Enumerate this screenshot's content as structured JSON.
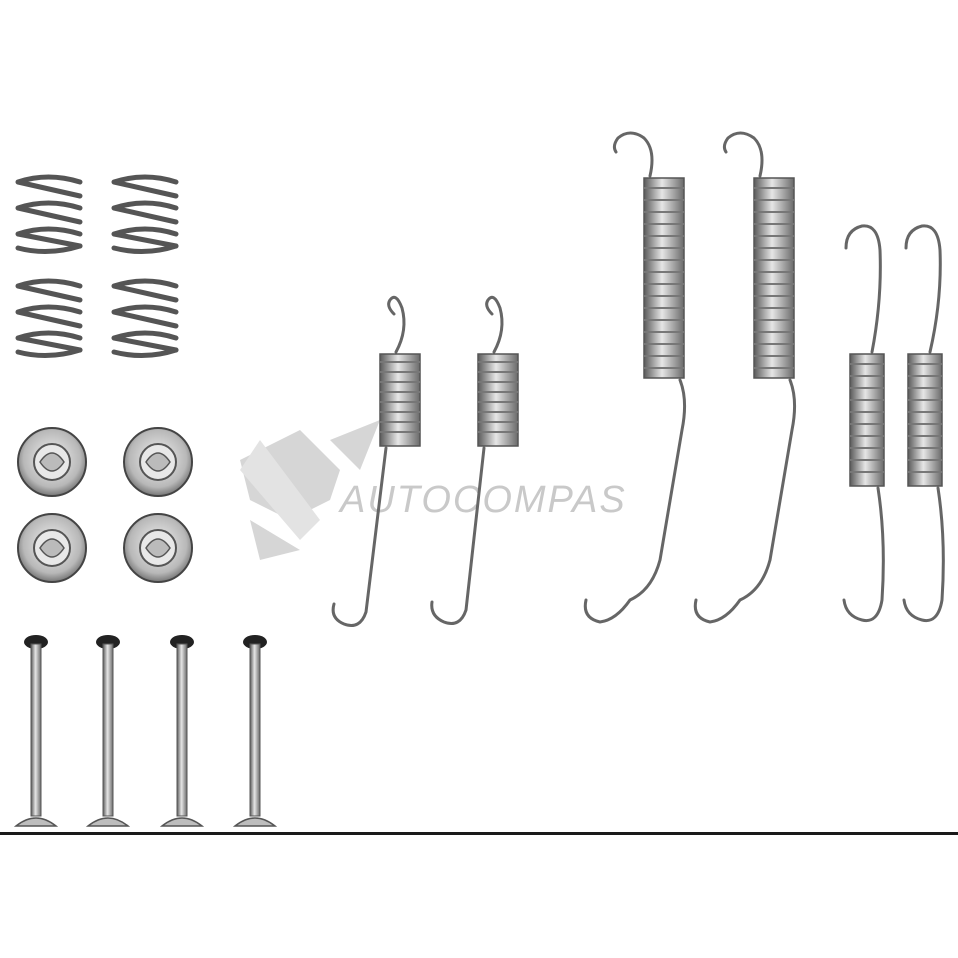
{
  "watermark": {
    "text": "AUTOCOMPAS",
    "color": "#c9c9c9"
  },
  "parts": {
    "compression_springs": 4,
    "retainer_cups": 4,
    "hold_down_pins": 4,
    "short_return_springs": 2,
    "long_return_springs": 2,
    "adjuster_springs": 2
  },
  "colors": {
    "metal_light": "#d9d9d9",
    "metal_mid": "#9a9a9a",
    "metal_dark": "#4a4a4a",
    "baseline": "#1a1a1a"
  }
}
